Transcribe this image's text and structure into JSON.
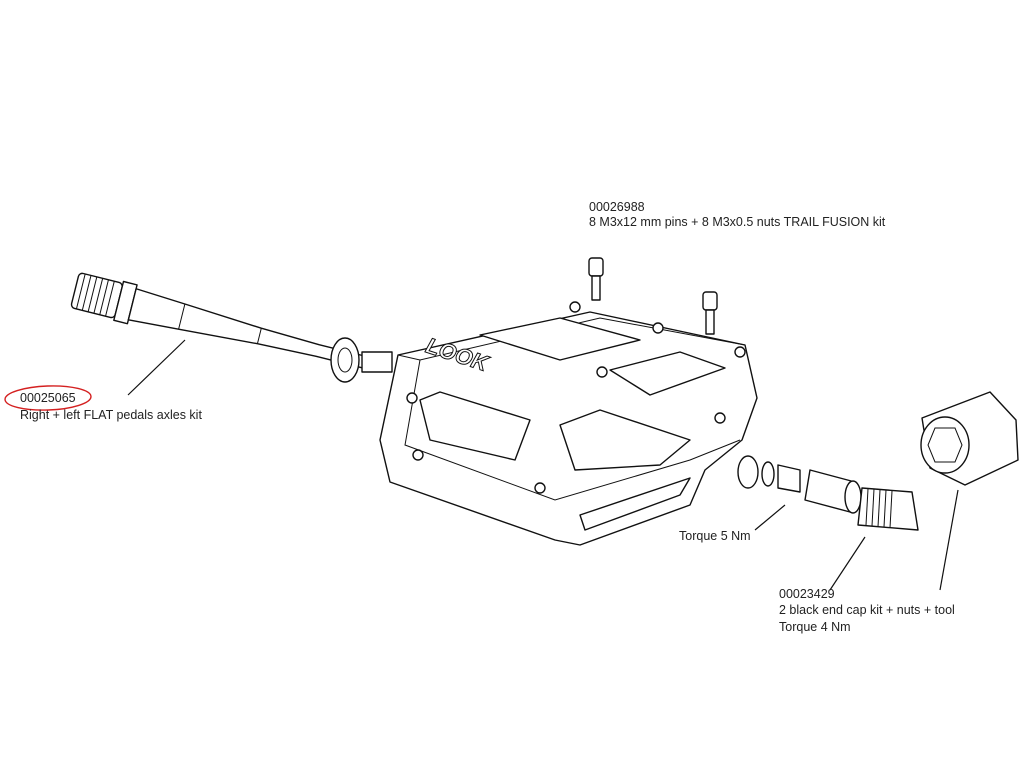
{
  "parts": {
    "axle": {
      "code": "00025065",
      "desc": "Right + left FLAT pedals axles kit"
    },
    "pins": {
      "code": "00026988",
      "desc": "8 M3x12 mm pins + 8 M3x0.5 nuts TRAIL FUSION kit"
    },
    "bearing_nut": {
      "torque": "Torque 5 Nm"
    },
    "end_cap": {
      "code": "00023429",
      "desc": "2 black end cap kit + nuts + tool",
      "torque": "Torque 4 Nm"
    }
  },
  "brand_logo": "LOOK",
  "colors": {
    "line": "#111111",
    "highlight": "#d42020"
  }
}
